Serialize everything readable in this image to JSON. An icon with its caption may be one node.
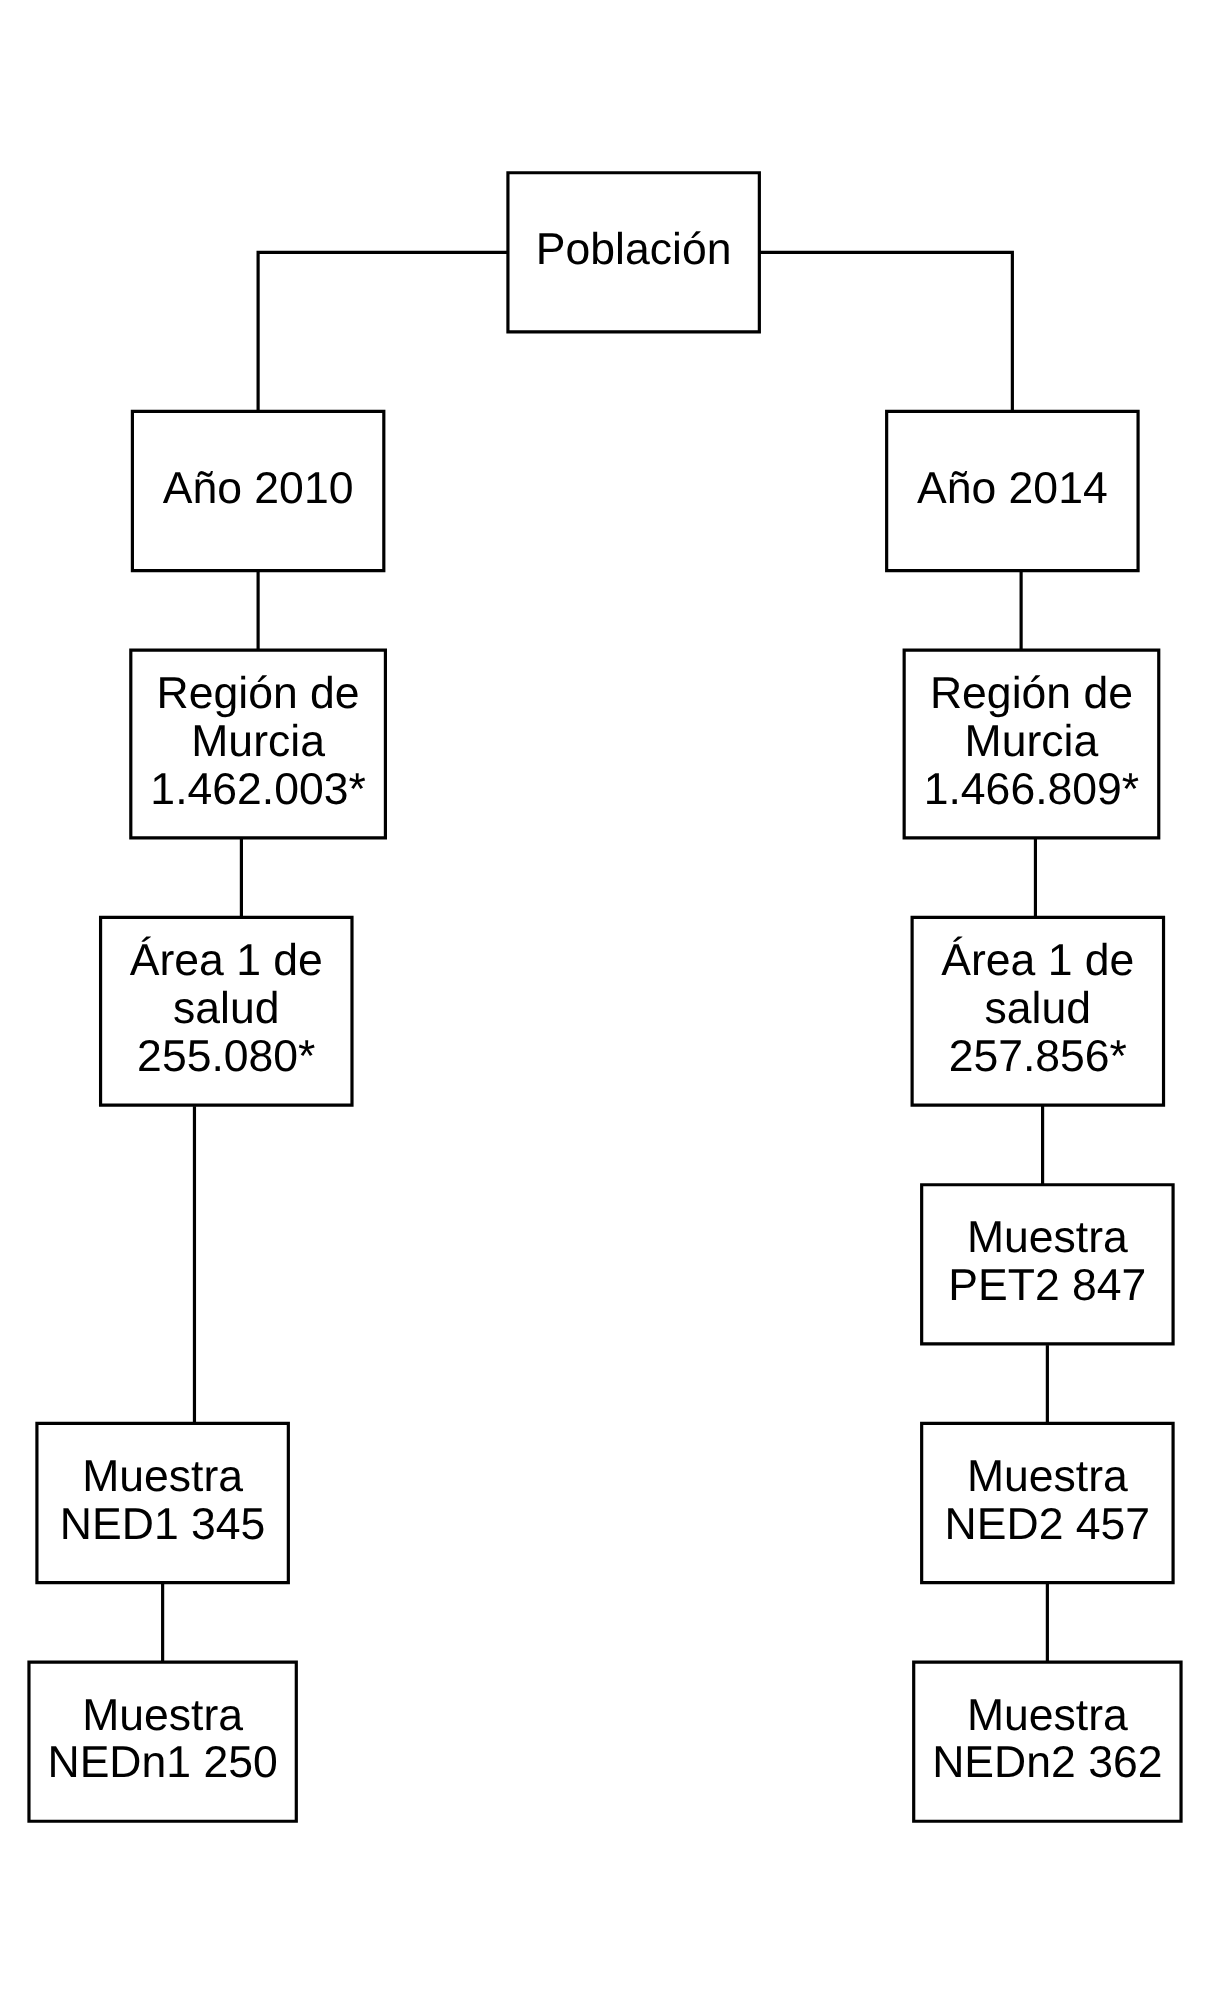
{
  "diagram": {
    "nodes": [
      {
        "text": [
          "Población"
        ]
      },
      {
        "text": [
          "Año 2010"
        ]
      },
      {
        "text": [
          "Año 2014"
        ]
      },
      {
        "text": [
          "Región de Murcia 1.462.003*"
        ]
      },
      {
        "text": [
          "Región de Murcia 1.466.809*"
        ]
      },
      {
        "text": [
          "Área 1 de salud 255.080*"
        ]
      },
      {
        "text": [
          "Área 1 de salud 257.856*"
        ]
      },
      {
        "text": [
          "Muestra PET2 847"
        ]
      },
      {
        "text": [
          "Muestra NED1 345"
        ]
      },
      {
        "text": [
          "Muestra NED2 457"
        ]
      },
      {
        "text": [
          "Muestra NEDn1 250"
        ]
      },
      {
        "text": [
          "Muestra NEDn2 362"
        ]
      }
    ],
    "edges": [
      {
        "from": 0,
        "to": 1,
        "arrow": "none"
      },
      {
        "from": 0,
        "to": 2,
        "arrow": "none"
      },
      {
        "from": 1,
        "to": 3,
        "arrow": "none"
      },
      {
        "from": 2,
        "to": 4,
        "arrow": "none"
      },
      {
        "from": 3,
        "to": 5,
        "arrow": "none"
      },
      {
        "from": 4,
        "to": 6,
        "arrow": "none"
      },
      {
        "from": 6,
        "to": 7,
        "arrow": "none"
      },
      {
        "from": 5,
        "to": 8,
        "arrow": "none"
      },
      {
        "from": 7,
        "to": 9,
        "arrow": "none"
      },
      {
        "from": 8,
        "to": 10,
        "arrow": "none"
      },
      {
        "from": 9,
        "to": 11,
        "arrow": "none"
      }
    ]
  }
}
